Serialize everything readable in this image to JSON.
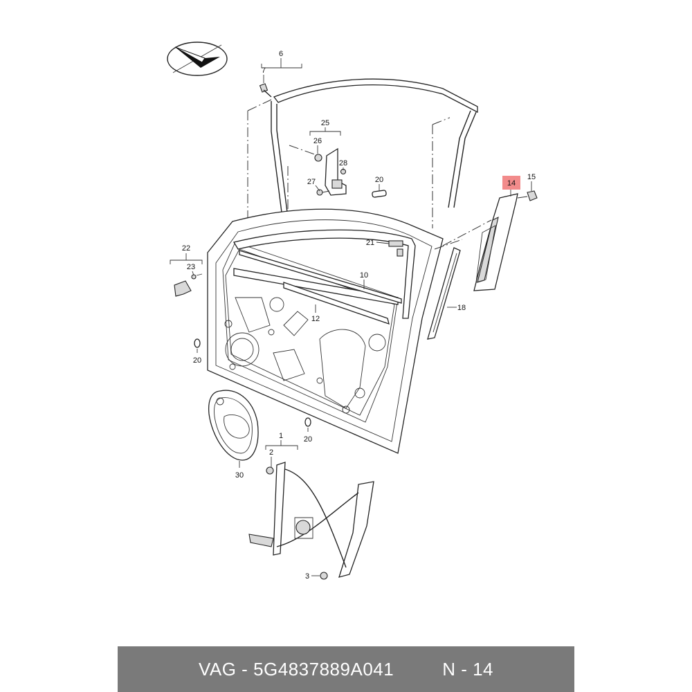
{
  "callouts": [
    {
      "id": "c6",
      "text": "6"
    },
    {
      "id": "c7",
      "text": "7"
    },
    {
      "id": "c25",
      "text": "25"
    },
    {
      "id": "c26",
      "text": "26"
    },
    {
      "id": "c28",
      "text": "28"
    },
    {
      "id": "c27",
      "text": "27"
    },
    {
      "id": "c20a",
      "text": "20"
    },
    {
      "id": "c14",
      "text": "14",
      "highlight": "#f28b8b"
    },
    {
      "id": "c15",
      "text": "15"
    },
    {
      "id": "c22",
      "text": "22"
    },
    {
      "id": "c23",
      "text": "23"
    },
    {
      "id": "c21",
      "text": "21"
    },
    {
      "id": "c10",
      "text": "10"
    },
    {
      "id": "c12",
      "text": "12"
    },
    {
      "id": "c18",
      "text": "18"
    },
    {
      "id": "c20b",
      "text": "20"
    },
    {
      "id": "c20c",
      "text": "20"
    },
    {
      "id": "c30",
      "text": "30"
    },
    {
      "id": "c1",
      "text": "1"
    },
    {
      "id": "c2",
      "text": "2"
    },
    {
      "id": "c3",
      "text": "3"
    }
  ],
  "footer": {
    "brand_part": "VAG - 5G4837889A041",
    "position": "N - 14",
    "background": "#7a7a7a"
  },
  "colors": {
    "highlight": "#f28b8b",
    "line": "#222222"
  }
}
